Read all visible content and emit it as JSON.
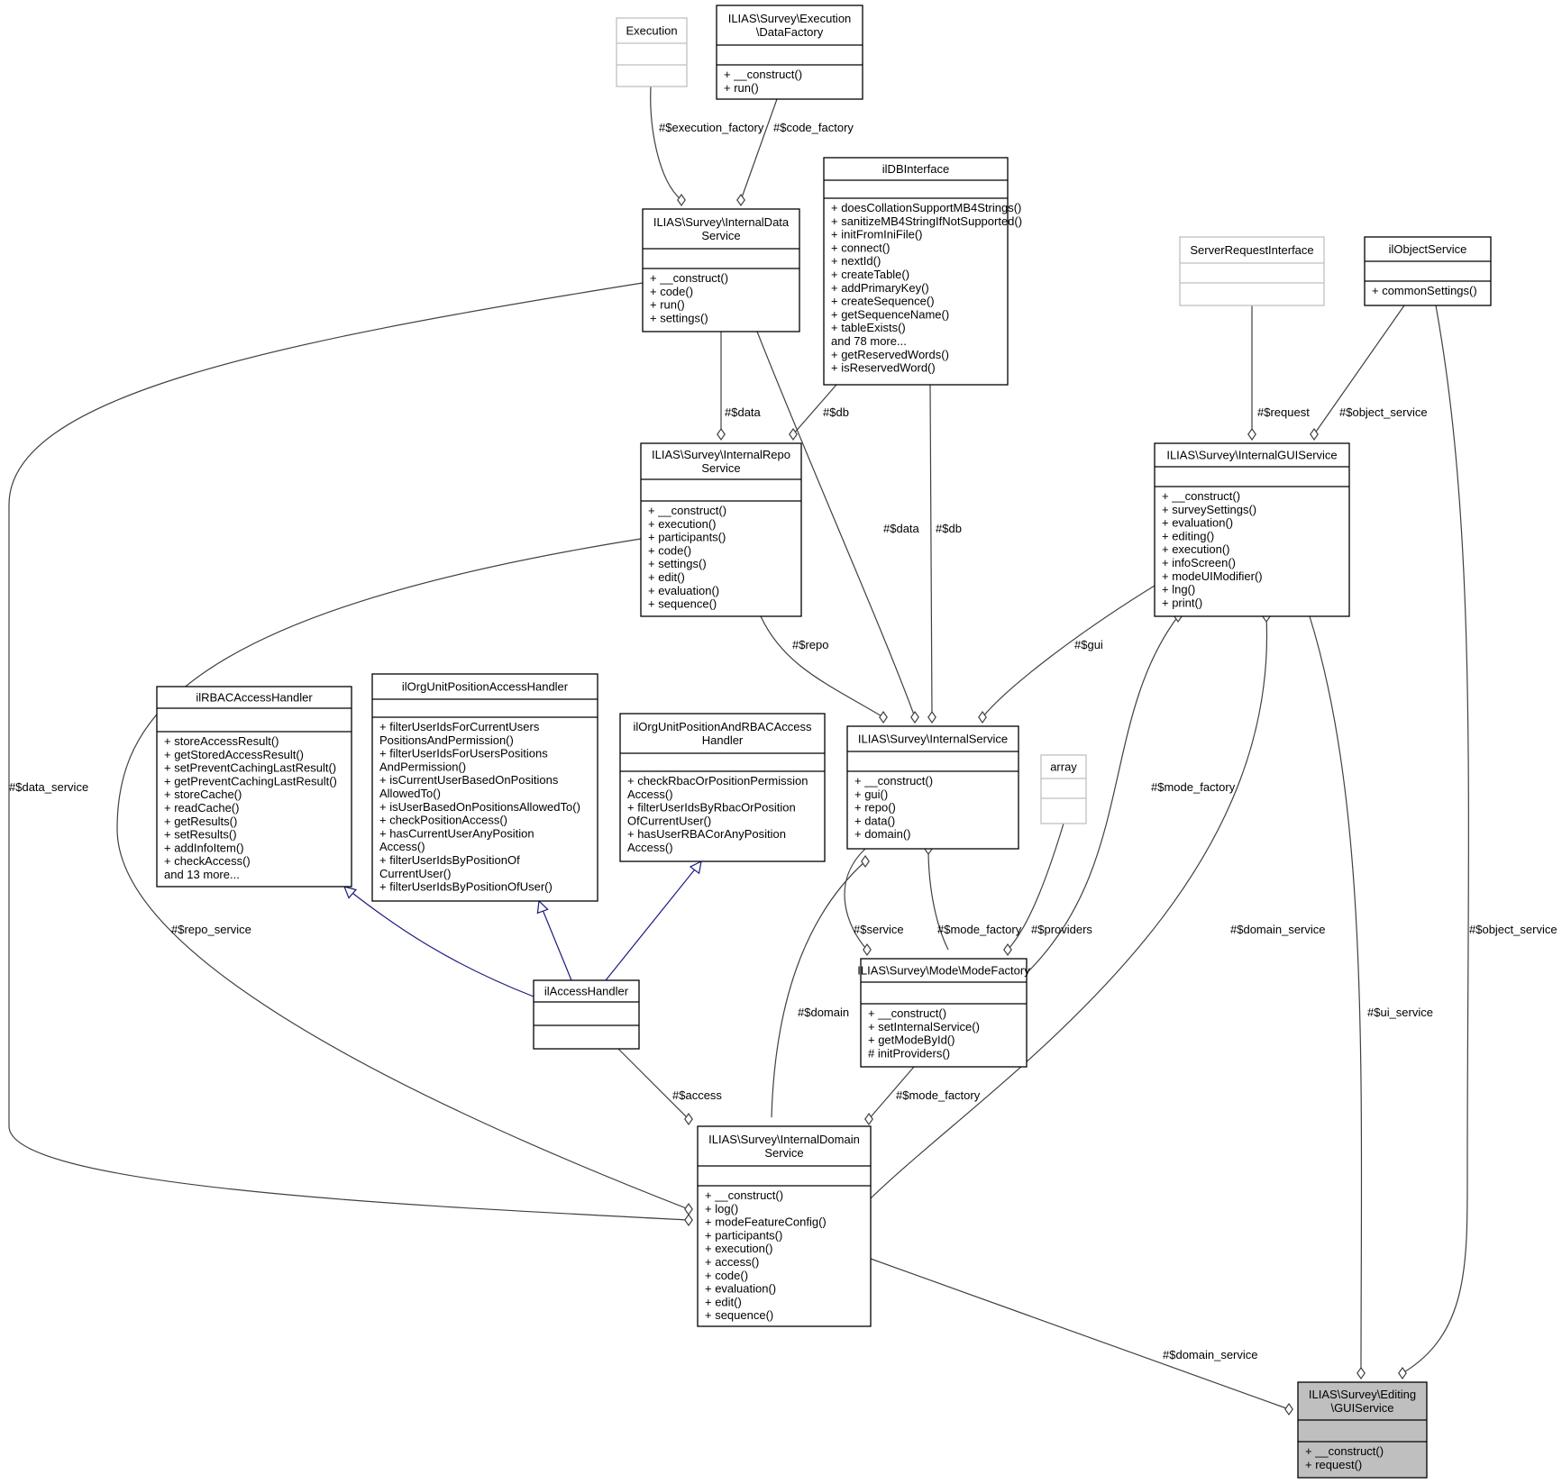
{
  "classes": [
    {
      "id": "execution",
      "name_lines": [
        "Execution"
      ],
      "members": [],
      "style": "grey"
    },
    {
      "id": "exec_datafactory",
      "name_lines": [
        "ILIAS\\Survey\\Execution",
        "\\DataFactory"
      ],
      "members": [
        "+ __construct()",
        "+ run()"
      ],
      "style": "normal"
    },
    {
      "id": "ildb",
      "name_lines": [
        "ilDBInterface"
      ],
      "members": [
        "+ doesCollationSupportMB4Strings()",
        "+ sanitizeMB4StringIfNotSupported()",
        "+ initFromIniFile()",
        "+ connect()",
        "+ nextId()",
        "+ createTable()",
        "+ addPrimaryKey()",
        "+ createSequence()",
        "+ getSequenceName()",
        "+ tableExists()",
        "and 78 more...",
        "+ getReservedWords()",
        "+ isReservedWord()"
      ],
      "style": "normal"
    },
    {
      "id": "serverrequest",
      "name_lines": [
        "ServerRequestInterface"
      ],
      "members": [],
      "style": "grey"
    },
    {
      "id": "ilobjectservice",
      "name_lines": [
        "ilObjectService"
      ],
      "members": [
        "+ commonSettings()"
      ],
      "style": "normal"
    },
    {
      "id": "internaldata",
      "name_lines": [
        "ILIAS\\Survey\\InternalData",
        "Service"
      ],
      "members": [
        "+ __construct()",
        "+ code()",
        "+ run()",
        "+ settings()"
      ],
      "style": "normal"
    },
    {
      "id": "internalrepo",
      "name_lines": [
        "ILIAS\\Survey\\InternalRepo",
        "Service"
      ],
      "members": [
        "+ __construct()",
        "+ execution()",
        "+ participants()",
        "+ code()",
        "+ settings()",
        "+ edit()",
        "+ evaluation()",
        "+ sequence()"
      ],
      "style": "normal"
    },
    {
      "id": "internalgui",
      "name_lines": [
        "ILIAS\\Survey\\InternalGUIService"
      ],
      "members": [
        "+ __construct()",
        "+ surveySettings()",
        "+ evaluation()",
        "+ editing()",
        "+ execution()",
        "+ infoScreen()",
        "+ modeUIModifier()",
        "+ lng()",
        "+ print()"
      ],
      "style": "normal"
    },
    {
      "id": "ilrbac",
      "name_lines": [
        "ilRBACAccessHandler"
      ],
      "members": [
        "+ storeAccessResult()",
        "+ getStoredAccessResult()",
        "+ setPreventCachingLastResult()",
        "+ getPreventCachingLastResult()",
        "+ storeCache()",
        "+ readCache()",
        "+ getResults()",
        "+ setResults()",
        "+ addInfoItem()",
        "+ checkAccess()",
        "and 13 more..."
      ],
      "style": "normal"
    },
    {
      "id": "ilorgunitpos",
      "name_lines": [
        "ilOrgUnitPositionAccessHandler"
      ],
      "members": [
        "+ filterUserIdsForCurrentUsers",
        "PositionsAndPermission()",
        "+ filterUserIdsForUsersPositions",
        "AndPermission()",
        "+ isCurrentUserBasedOnPositions",
        "AllowedTo()",
        "+ isUserBasedOnPositionsAllowedTo()",
        "+ checkPositionAccess()",
        "+ hasCurrentUserAnyPosition",
        "Access()",
        "+ filterUserIdsByPositionOf",
        "CurrentUser()",
        "+ filterUserIdsByPositionOfUser()"
      ],
      "style": "normal"
    },
    {
      "id": "ilorgunitrbac",
      "name_lines": [
        "ilOrgUnitPositionAndRBACAccess",
        "Handler"
      ],
      "members": [
        "+ checkRbacOrPositionPermission",
        "Access()",
        "+ filterUserIdsByRbacOrPosition",
        "OfCurrentUser()",
        "+ hasUserRBACorAnyPosition",
        "Access()"
      ],
      "style": "normal"
    },
    {
      "id": "internalservice",
      "name_lines": [
        "ILIAS\\Survey\\InternalService"
      ],
      "members": [
        "+ __construct()",
        "+ gui()",
        "+ repo()",
        "+ data()",
        "+ domain()"
      ],
      "style": "normal"
    },
    {
      "id": "array",
      "name_lines": [
        "array"
      ],
      "members": [],
      "style": "grey"
    },
    {
      "id": "ilaccesshandler",
      "name_lines": [
        "ilAccessHandler"
      ],
      "members": [],
      "style": "normal"
    },
    {
      "id": "modefactory",
      "name_lines": [
        "ILIAS\\Survey\\Mode\\ModeFactory"
      ],
      "members": [
        "+ __construct()",
        "+ setInternalService()",
        "+ getModeById()",
        "# initProviders()"
      ],
      "style": "normal"
    },
    {
      "id": "internaldomain",
      "name_lines": [
        "ILIAS\\Survey\\InternalDomain",
        "Service"
      ],
      "members": [
        "+ __construct()",
        "+ log()",
        "+ modeFeatureConfig()",
        "+ participants()",
        "+ execution()",
        "+ access()",
        "+ code()",
        "+ evaluation()",
        "+ edit()",
        "+ sequence()"
      ],
      "style": "normal"
    },
    {
      "id": "editinggui",
      "name_lines": [
        "ILIAS\\Survey\\Editing",
        "\\GUIService"
      ],
      "members": [
        "+ __construct()",
        "+ request()"
      ],
      "style": "highlight"
    }
  ],
  "edges": [
    {
      "id": "e1",
      "label": "#$execution_factory",
      "kind": "aggregation"
    },
    {
      "id": "e2",
      "label": "#$code_factory",
      "kind": "aggregation"
    },
    {
      "id": "e3",
      "label": "#$data",
      "kind": "aggregation"
    },
    {
      "id": "e4",
      "label": "#$db",
      "kind": "aggregation"
    },
    {
      "id": "e5",
      "label": "#$data",
      "kind": "aggregation"
    },
    {
      "id": "e6",
      "label": "#$db",
      "kind": "aggregation"
    },
    {
      "id": "e7",
      "label": "#$request",
      "kind": "aggregation"
    },
    {
      "id": "e8",
      "label": "#$object_service",
      "kind": "aggregation"
    },
    {
      "id": "e9",
      "label": "#$repo",
      "kind": "aggregation"
    },
    {
      "id": "e10",
      "label": "#$gui",
      "kind": "aggregation"
    },
    {
      "id": "e11",
      "label": "#$mode_factory",
      "kind": "aggregation"
    },
    {
      "id": "e12",
      "label": "#$service",
      "kind": "aggregation"
    },
    {
      "id": "e13",
      "label": "#$mode_factory",
      "kind": "aggregation"
    },
    {
      "id": "e14",
      "label": "#$providers",
      "kind": "aggregation"
    },
    {
      "id": "e15",
      "label": "#$domain",
      "kind": "aggregation"
    },
    {
      "id": "e16",
      "label": "#$data_service",
      "kind": "aggregation"
    },
    {
      "id": "e17",
      "label": "#$repo_service",
      "kind": "aggregation"
    },
    {
      "id": "e18",
      "label": "#$access",
      "kind": "aggregation"
    },
    {
      "id": "e19",
      "label": "#$mode_factory",
      "kind": "aggregation"
    },
    {
      "id": "e20",
      "label": "#$domain_service",
      "kind": "aggregation"
    },
    {
      "id": "e21",
      "label": "#$ui_service",
      "kind": "aggregation"
    },
    {
      "id": "e22",
      "label": "#$object_service",
      "kind": "aggregation"
    },
    {
      "id": "e23",
      "label": "#$domain_service",
      "kind": "aggregation"
    },
    {
      "id": "e24",
      "label": "",
      "kind": "inheritance"
    },
    {
      "id": "e25",
      "label": "",
      "kind": "inheritance"
    },
    {
      "id": "e26",
      "label": "",
      "kind": "inheritance"
    }
  ]
}
